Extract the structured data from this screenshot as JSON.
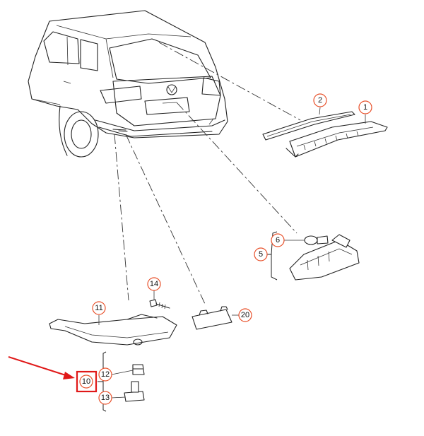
{
  "diagram": {
    "callouts": [
      {
        "id": "callout-1",
        "label": "1"
      },
      {
        "id": "callout-2",
        "label": "2"
      },
      {
        "id": "callout-5",
        "label": "5"
      },
      {
        "id": "callout-6",
        "label": "6"
      },
      {
        "id": "callout-10",
        "label": "10"
      },
      {
        "id": "callout-11",
        "label": "11"
      },
      {
        "id": "callout-12",
        "label": "12"
      },
      {
        "id": "callout-13",
        "label": "13"
      },
      {
        "id": "callout-14",
        "label": "14"
      },
      {
        "id": "callout-20",
        "label": "20"
      }
    ],
    "highlighted_callout": "10",
    "colors": {
      "callout_ring": "#e8502a",
      "highlight": "#e01818",
      "line": "#222222"
    }
  }
}
